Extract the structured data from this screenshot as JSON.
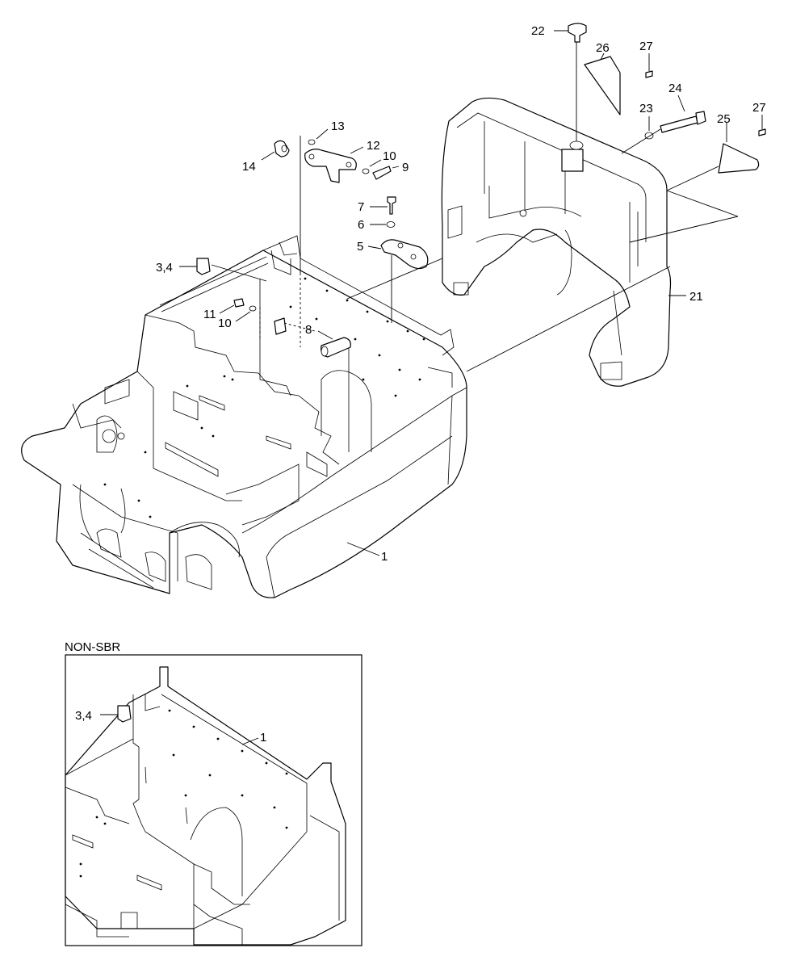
{
  "callouts": {
    "c1": "1",
    "c3_4": "3,4",
    "c5": "5",
    "c6": "6",
    "c7": "7",
    "c8": "8",
    "c9": "9",
    "c10a": "10",
    "c10b": "10",
    "c11": "11",
    "c12": "12",
    "c13": "13",
    "c14": "14",
    "c21": "21",
    "c22": "22",
    "c23": "23",
    "c24": "24",
    "c25": "25",
    "c26": "26",
    "c27a": "27",
    "c27b": "27"
  },
  "inset": {
    "title": "NON-SBR",
    "c1": "1",
    "c3_4": "3,4"
  }
}
